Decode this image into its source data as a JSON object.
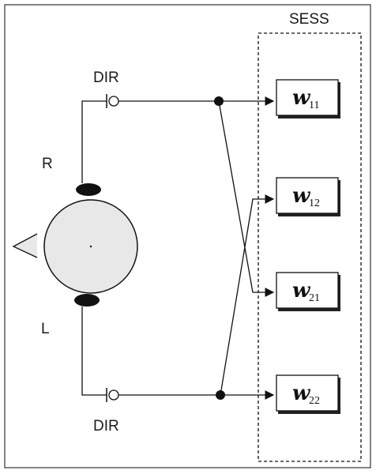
{
  "title": "SESS",
  "labels": {
    "right": "R",
    "left": "L",
    "dir_top": "DIR",
    "dir_bottom": "DIR"
  },
  "weights": [
    {
      "main": "w",
      "sub": "11"
    },
    {
      "main": "w",
      "sub": "12"
    },
    {
      "main": "w",
      "sub": "21"
    },
    {
      "main": "w",
      "sub": "22"
    }
  ]
}
